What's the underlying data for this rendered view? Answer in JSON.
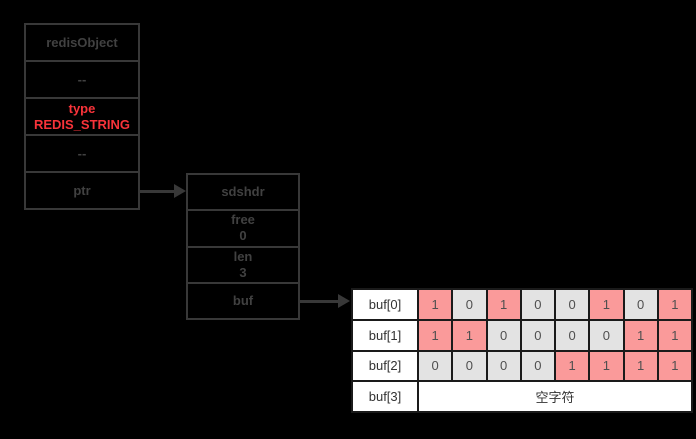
{
  "colors": {
    "background": "#000000",
    "box_border": "#383838",
    "box_text": "#414141",
    "accent_red": "#f8333a",
    "bit_one_bg": "#fa9a9a",
    "bit_zero_bg": "#e3e3e3",
    "table_cell_bg": "#ffffff",
    "table_border": "#1a1a1a",
    "table_text": "#333333"
  },
  "redis_object_box": {
    "rows": [
      {
        "text": "redisObject"
      },
      {
        "text": "--"
      },
      {
        "line1": "type",
        "line2": "REDIS_STRING"
      },
      {
        "text": "--"
      },
      {
        "text": "ptr"
      }
    ]
  },
  "sdshdr_box": {
    "rows": [
      {
        "text": "sdshdr"
      },
      {
        "line1": "free",
        "line2": "0"
      },
      {
        "line1": "len",
        "line2": "3"
      },
      {
        "text": "buf"
      }
    ]
  },
  "buffer_table": {
    "rows": [
      {
        "label": "buf[0]",
        "bits": [
          "1",
          "0",
          "1",
          "0",
          "0",
          "1",
          "0",
          "1"
        ]
      },
      {
        "label": "buf[1]",
        "bits": [
          "1",
          "1",
          "0",
          "0",
          "0",
          "0",
          "1",
          "1"
        ]
      },
      {
        "label": "buf[2]",
        "bits": [
          "0",
          "0",
          "0",
          "0",
          "1",
          "1",
          "1",
          "1"
        ]
      },
      {
        "label": "buf[3]",
        "value": "空字符"
      }
    ]
  }
}
